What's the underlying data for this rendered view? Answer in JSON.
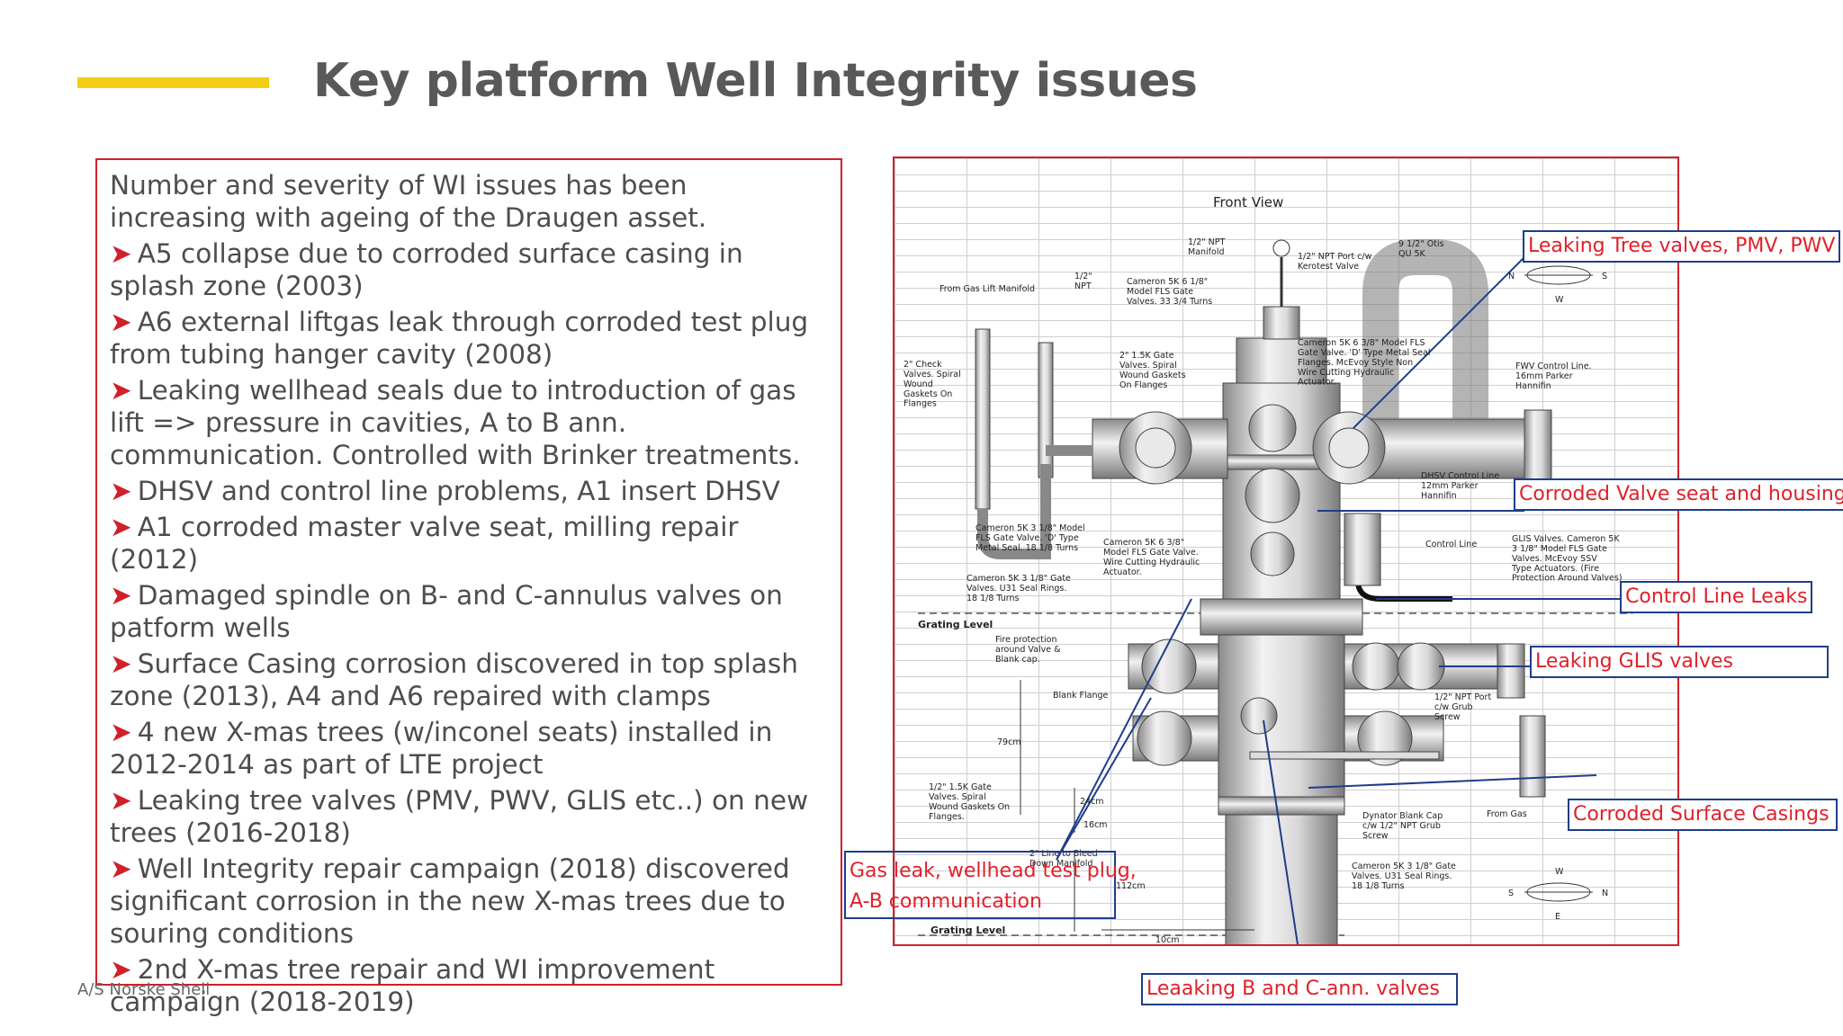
{
  "title": "Key platform Well Integrity issues",
  "intro": "Number and severity of WI issues has been increasing with ageing of the Draugen asset.",
  "bullets": [
    "A5 collapse due to corroded surface casing in splash zone (2003)",
    "A6 external liftgas leak through corroded test plug from tubing hanger cavity (2008)",
    "Leaking wellhead seals due to introduction of gas lift => pressure in cavities, A to B ann. communication. Controlled with Brinker treatments.",
    "DHSV and control line problems, A1 insert DHSV",
    "A1 corroded master valve seat, milling repair (2012)",
    "Damaged spindle on B- and C-annulus valves  on patform wells",
    "Surface Casing corrosion discovered in top splash zone (2013), A4 and A6 repaired with clamps",
    "4 new X-mas trees (w/inconel seats) installed in 2012-2014 as part of LTE project",
    "Leaking tree valves (PMV, PWV, GLIS etc..) on new trees (2016-2018)",
    "Well Integrity repair campaign (2018) discovered significant corrosion in the new X-mas trees due to souring conditions",
    "2nd X-mas tree repair and WI improvement campaign (2018-2019)"
  ],
  "footer": "A/S Norske Shell",
  "diagram": {
    "front_view": "Front View",
    "grating_level": "Grating Level",
    "labels": {
      "npt_manifold": "1/2\" NPT\nManifold",
      "npt_port": "1/2\" NPT Port c/w\nKerotest Valve",
      "otis": "9 1/2\" Otis\nQU 5K",
      "half_npt": "1/2\"\nNPT",
      "from_gas_lift": "From Gas Lift Manifold",
      "cameron_6": "Cameron 5K 6 1/8\"\nModel FLS Gate\nValves. 33 3/4 Turns",
      "cameron_6_38": "Cameron 5K 6 3/8\" Model FLS\nGate Valve. 'D' Type Metal Seal\nFlanges. McEvoy Style Non\nWire Cutting Hydraulic\nActuator.",
      "check_valves": "2\" Check\nValves. Spiral\nWound\nGaskets On\nFlanges",
      "gate_15k": "2\" 1.5K Gate\nValves. Spiral\nWound Gaskets\nOn Flanges",
      "fwv_control": "FWV Control Line.\n16mm Parker\nHannifin",
      "dhsv_control": "DHSV Control Line\n12mm Parker\nHannifin",
      "cameron_3": "Cameron 5K 3 1/8\" Model\nFLS Gate Valve. 'D' Type\nMetal Seal. 18 1/8 Turns",
      "cameron_6_38b": "Cameron 5K 6 3/8\"\nModel FLS Gate Valve.\nWire Cutting Hydraulic\nActuator.",
      "control_line": "Control Line",
      "glis_valves": "GLIS Valves. Cameron 5K\n3 1/8\" Model FLS Gate\nValves. McEvoy SSV\nType Actuators. (Fire\nProtection Around Valves)",
      "cameron_3_u31": "Cameron 5K 3 1/8\" Gate\nValves. U31 Seal Rings.\n18 1/8 Turns",
      "fire_protection": "Fire protection\naround Valve &\nBlank cap.",
      "blank_flange": "Blank Flange",
      "npt_port_grub": "1/2\" NPT Port\nc/w Grub\nScrew",
      "79cm": "79cm",
      "24cm": "24cm",
      "16cm": "16cm",
      "112cm": "112cm",
      "10cm": "10cm",
      "gate_half_15k": "1/2\" 1.5K Gate\nValves. Spiral\nWound Gaskets On\nFlanges.",
      "line_bleed": "2\" Line to Bleed\nDown Manifold",
      "dynator": "Dynator Blank Cap\nc/w 1/2\" NPT Grub\nScrew",
      "from_gas": "From Gas",
      "cameron_3_u31b": "Cameron 5K 3 1/8\" Gate\nValves. U31 Seal Rings.\n18 1/8 Turns",
      "compass_n": "N",
      "compass_s": "S",
      "compass_e": "E",
      "compass_w": "W"
    }
  },
  "callouts": {
    "tree_valves": "Leaking Tree valves, PMV, PWV",
    "valve_seat": "Corroded Valve seat and housings",
    "control_line": "Control Line Leaks",
    "glis": "Leaking GLIS valves",
    "surface_casings": "Corroded Surface Casings",
    "gas_leak_1": "Gas leak, wellhead test plug,",
    "gas_leak_2": "A-B communication",
    "bc_ann": "Leaaking B and C-ann. valves"
  },
  "colors": {
    "accent_yellow": "#f5cd15",
    "frame_red": "#d0202a",
    "callout_border": "#1f3d8a",
    "callout_text": "#e0202a"
  }
}
